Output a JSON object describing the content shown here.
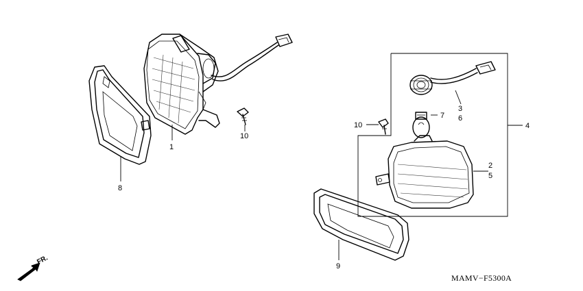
{
  "diagram": {
    "code": "MAMV−F5300A",
    "direction_label": "FR.",
    "callouts": {
      "c1": "1",
      "c2": "2",
      "c3": "3",
      "c4": "4",
      "c5": "5",
      "c6": "6",
      "c7": "7",
      "c8": "8",
      "c9": "9",
      "c10a": "10",
      "c10b": "10"
    },
    "icons": {
      "direction": "forward-arrow-icon"
    }
  }
}
